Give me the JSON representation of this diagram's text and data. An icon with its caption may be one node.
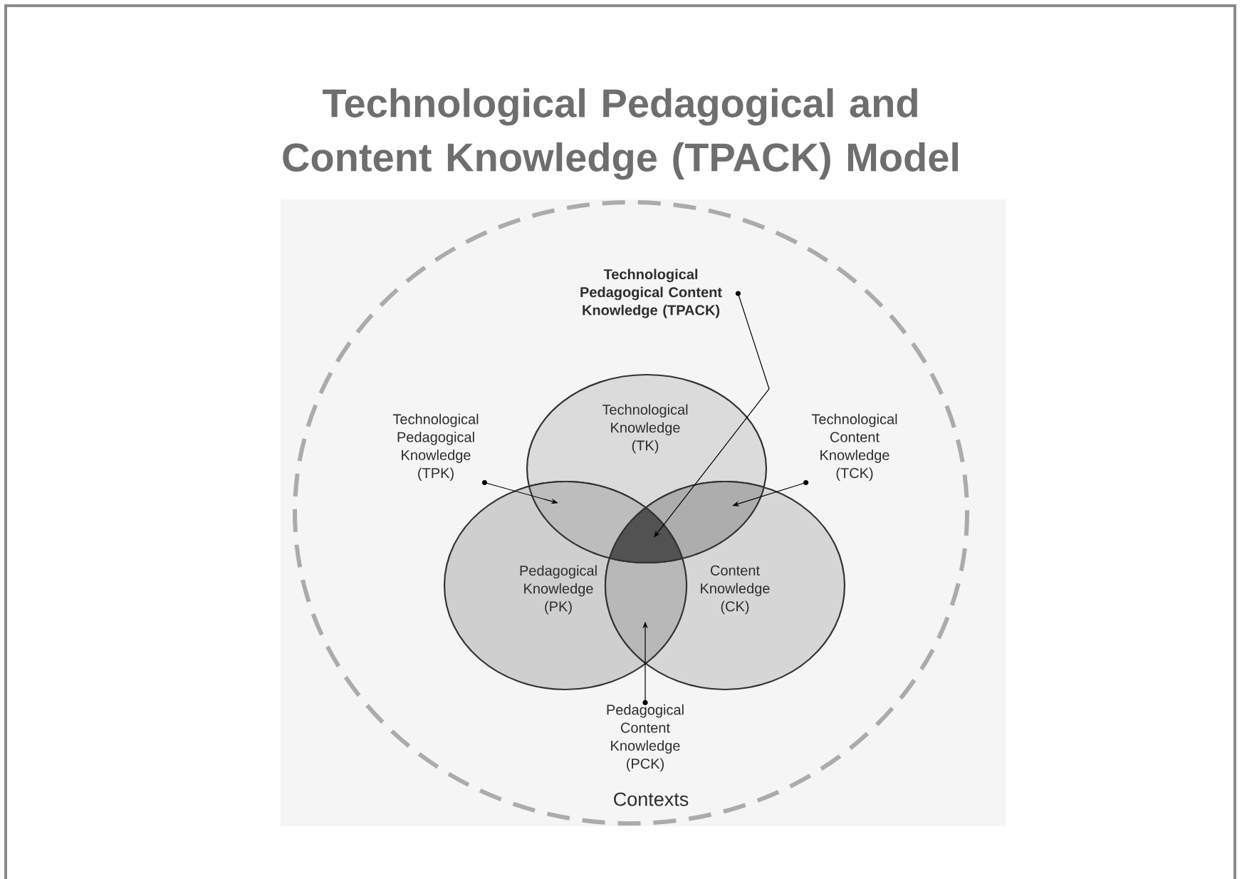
{
  "diagram": {
    "title": "Technological Pedagogical and Content Knowledge (TPACK) Model",
    "nodes": [
      {
        "text": [
          "Contexts"
        ]
      },
      {
        "text": [
          "Technological Knowledge (TK)"
        ],
        "in": 0
      },
      {
        "text": [
          "Pedagogical Knowledge (PK)"
        ],
        "in": 0
      },
      {
        "text": [
          "Content Knowledge (CK)"
        ],
        "in": 0
      },
      {
        "text": [
          "Technological Pedagogical Content Knowledge (TPACK)"
        ],
        "in": 0
      },
      {
        "text": [
          "Technological Pedagogical Knowledge (TPK)"
        ],
        "in": 0
      },
      {
        "text": [
          "Technological Content Knowledge (TCK)"
        ],
        "in": 0
      },
      {
        "text": [
          "Pedagogical Content Knowledge (PCK)"
        ],
        "in": 0
      },
      {
        "text": [],
        "shape": "lens"
      },
      {
        "text": [],
        "shape": "lens"
      },
      {
        "text": [],
        "shape": "lens"
      },
      {
        "text": [],
        "shape": "lens"
      }
    ],
    "edges": [
      {
        "from": 4,
        "to": 11,
        "arrow": "to"
      },
      {
        "from": 5,
        "to": 8,
        "arrow": "to"
      },
      {
        "from": 6,
        "to": 9,
        "arrow": "to"
      },
      {
        "from": 7,
        "to": 10,
        "arrow": "to"
      }
    ]
  }
}
